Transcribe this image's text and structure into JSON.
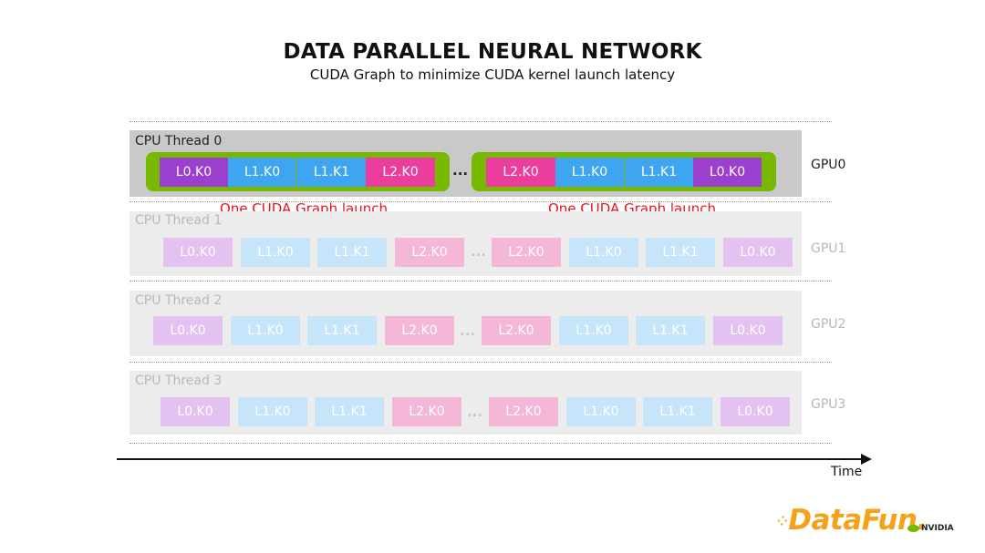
{
  "header": {
    "title": "DATA PARALLEL NEURAL NETWORK",
    "subtitle": "CUDA Graph to minimize CUDA kernel launch latency"
  },
  "rows": [
    {
      "thread": "CPU Thread 0",
      "gpu": "GPU0",
      "active": true
    },
    {
      "thread": "CPU Thread 1",
      "gpu": "GPU1",
      "active": false
    },
    {
      "thread": "CPU Thread 2",
      "gpu": "GPU2",
      "active": false
    },
    {
      "thread": "CPU Thread 3",
      "gpu": "GPU3",
      "active": false
    }
  ],
  "kernels": {
    "first_group": [
      "L0.K0",
      "L1.K0",
      "L1.K1",
      "L2.K0"
    ],
    "second_group": [
      "L2.K0",
      "L1.K0",
      "L1.K1",
      "L0.K0"
    ],
    "ellipsis": "..."
  },
  "graph_labels": [
    "One CUDA Graph launch",
    "One CUDA Graph launch"
  ],
  "axis": {
    "label": "Time"
  },
  "logos": {
    "datafun": "DataFun.",
    "nvidia": "NVIDIA"
  },
  "colors": {
    "layer0": "#9b3fcf",
    "layer1": "#3ea6f0",
    "layer2": "#ea3d9c",
    "cuda_graph": "#76b900",
    "graph_label": "#e8141e"
  }
}
